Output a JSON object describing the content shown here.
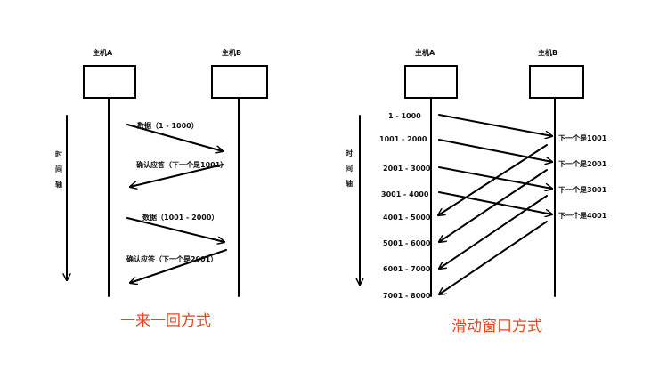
{
  "left": {
    "host_a": "主机A",
    "host_b": "主机B",
    "time_axis": [
      "时",
      "间",
      "轴"
    ],
    "messages": [
      {
        "label": "数据（1 - 1000）"
      },
      {
        "label": "确认应答（下一个是1001）"
      },
      {
        "label": "数据（1001 - 2000）"
      },
      {
        "label": "确认应答（下一个是2001）"
      }
    ],
    "caption": "一来一回方式"
  },
  "right": {
    "host_a": "主机A",
    "host_b": "主机B",
    "time_axis": [
      "时",
      "间",
      "轴"
    ],
    "ranges": [
      "1 - 1000",
      "1001 - 2000",
      "2001 - 3000",
      "3001 - 4000",
      "4001 - 5000",
      "5001 - 6000",
      "6001 - 7000",
      "7001 - 8000"
    ],
    "acks": [
      "下一个是1001",
      "下一个是2001",
      "下一个是3001",
      "下一个是4001"
    ],
    "caption": "滑动窗口方式"
  }
}
